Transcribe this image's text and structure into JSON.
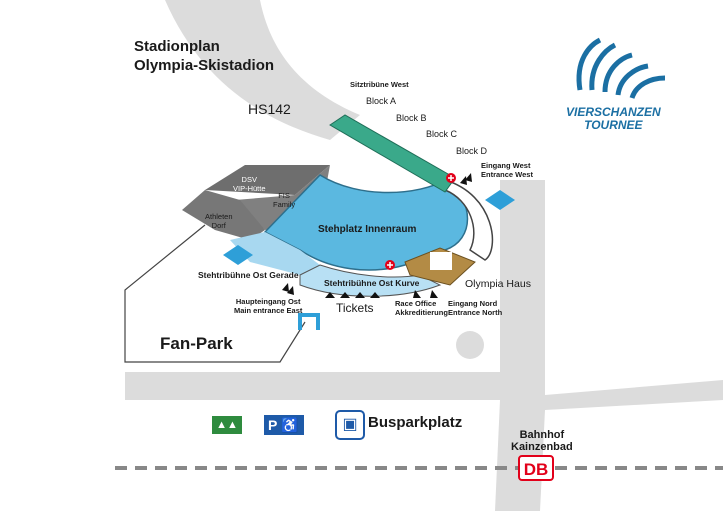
{
  "title": {
    "line1": "Stadionplan",
    "line2": "Olympia-Skistadion"
  },
  "logo": {
    "line1": "VIERSCHANZEN",
    "line2": "TOURNEE"
  },
  "road_label": "HS142",
  "stands": {
    "sitz_west": "Sitztribüne West",
    "blocks": [
      "Block A",
      "Block B",
      "Block C",
      "Block D"
    ],
    "stehplatz": "Stehplatz Innenraum",
    "ost_gerade": "Stehtribühne Ost Gerade",
    "ost_kurve": "Stehtribühne Ost Kurve",
    "olympia_haus": "Olympia Haus"
  },
  "buildings": {
    "dsv": {
      "line1": "DSV",
      "line2": "VIP-Hütte"
    },
    "fis": {
      "line1": "FIS",
      "line2": "Family"
    },
    "athleten": {
      "line1": "Athleten",
      "line2": "Dorf"
    }
  },
  "entrances": {
    "west": {
      "line1": "Eingang West",
      "line2": "Entrance West"
    },
    "east": {
      "line1": "Haupteingang Ost",
      "line2": "Main entrance East"
    },
    "north": {
      "line1": "Eingang Nord",
      "line2": "Entrance North"
    },
    "race_office": {
      "line1": "Race Office",
      "line2": "Akkreditierung"
    }
  },
  "tickets": "Tickets",
  "fan_park": "Fan-Park",
  "legend": {
    "bus": "Busparkplatz"
  },
  "station": {
    "line1": "Bahnhof",
    "line2": "Kainzenbad",
    "logo": "DB"
  },
  "colors": {
    "seats": "#3aa98a",
    "standing": "#5bb8e0",
    "standing_light": "#a8d8f0",
    "buildings": "#7a7a7a",
    "olympia": "#b38b45",
    "road": "#dcdcdc",
    "db_red": "#e2001a",
    "wc_green": "#2e8b3e",
    "parking_blue": "#1e5aa8"
  }
}
